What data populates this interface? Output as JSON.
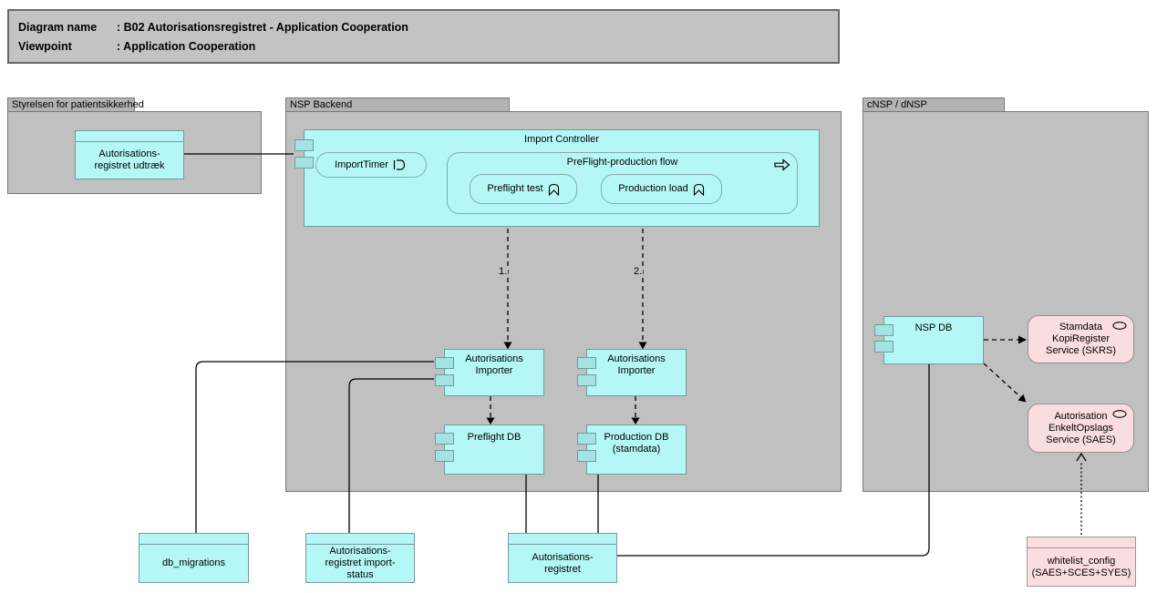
{
  "title_block": {
    "rows": [
      {
        "label": "Diagram name",
        "value": ": B02 Autorisationsregistret - Application Cooperation"
      },
      {
        "label": "Viewpoint",
        "value": ": Application Cooperation"
      }
    ]
  },
  "groups": {
    "styrelsen": {
      "label": "Styrelsen for patientsikkerhed"
    },
    "nsp_backend": {
      "label": "NSP Backend"
    },
    "cnsp": {
      "label": "cNSP / dNSP"
    }
  },
  "nodes": {
    "udtraek": {
      "label": "Autorisations-\nregistret udtræk"
    },
    "import_controller": {
      "label": "Import Controller"
    },
    "import_timer": {
      "label": "ImportTimer"
    },
    "preflight_production_flow": {
      "label": "PreFlight-production flow"
    },
    "preflight_test": {
      "label": "Preflight test"
    },
    "production_load": {
      "label": "Production load"
    },
    "importer_left": {
      "label": "Autorisations\nImporter"
    },
    "importer_right": {
      "label": "Autorisations\nImporter"
    },
    "preflight_db": {
      "label": "Preflight DB"
    },
    "production_db": {
      "label": "Production DB\n(stamdata)"
    },
    "nsp_db": {
      "label": "NSP DB"
    },
    "skrs": {
      "label": "Stamdata\nKopiRegister\nService (SKRS)"
    },
    "saes": {
      "label": "Autorisation\nEnkeltOpslags\nService (SAES)"
    },
    "db_migrations": {
      "label": "db_migrations"
    },
    "import_status": {
      "label": "Autorisations-\nregistret import-\nstatus"
    },
    "autorisationsregistret": {
      "label": "Autorisations-\nregistret"
    },
    "whitelist_config": {
      "label": "whitelist_config\n(SAES+SCES+SYES)"
    }
  },
  "edge_labels": {
    "step1": "1.",
    "step2": "2."
  },
  "colors": {
    "cyan_fill": "#b5f7f7",
    "cyan_port": "#a5e2e4",
    "cyan_border": "#6f9e9e",
    "pink_fill": "#fadde1",
    "pink_border": "#919191",
    "group_fill": "#c0c0c0",
    "group_tab_fill": "#b3b3b3",
    "group_border": "#7a7a7a",
    "title_fill": "#c3c3c3",
    "title_border": "#6a6a6a",
    "line": "#000000"
  }
}
